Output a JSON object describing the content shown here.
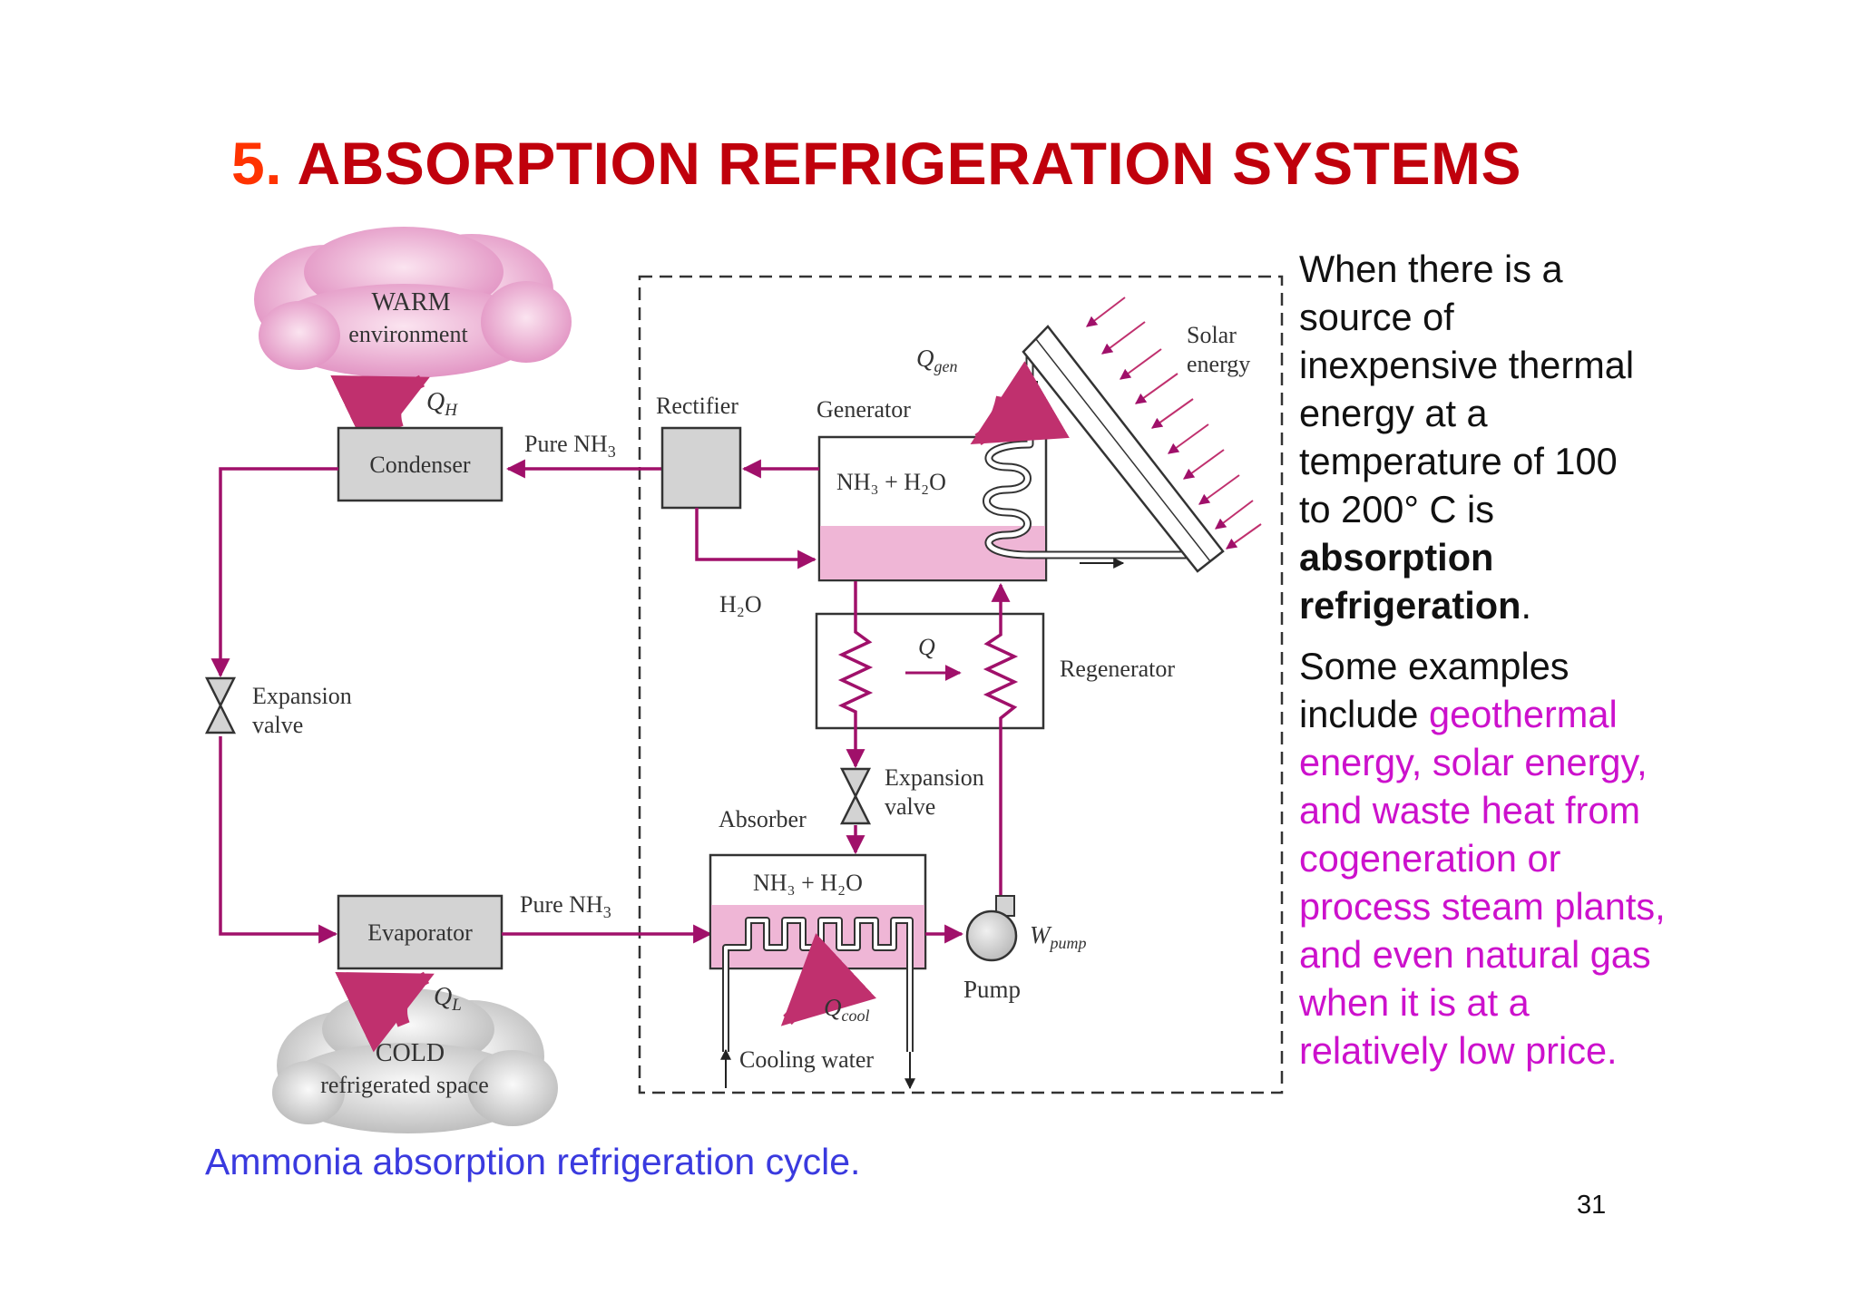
{
  "title": {
    "number": "5.",
    "text": "ABSORPTION REFRIGERATION SYSTEMS"
  },
  "diagram": {
    "warm": [
      "WARM",
      "environment"
    ],
    "cold": [
      "COLD",
      "refrigerated space"
    ],
    "q_h": "Q",
    "q_h_sub": "H",
    "q_l": "Q",
    "q_l_sub": "L",
    "condenser": "Condenser",
    "evaporator": "Evaporator",
    "pure_nh3_top": "Pure NH",
    "pure_nh3_top_sub": "3",
    "pure_nh3_bottom": "Pure NH",
    "pure_nh3_bottom_sub": "3",
    "expansion_valve_left": [
      "Expansion",
      "valve"
    ],
    "expansion_valve_mid": [
      "Expansion",
      "valve"
    ],
    "rectifier": "Rectifier",
    "generator": "Generator",
    "generator_mix": "NH₃ + H₂O",
    "absorber": "Absorber",
    "absorber_mix": "NH₃ + H₂O",
    "h2o": "H₂O",
    "q_gen": "Q",
    "q_gen_sub": "gen",
    "solar_energy": [
      "Solar",
      "energy"
    ],
    "q_mid": "Q",
    "regenerator": "Regenerator",
    "w_pump": "W",
    "w_pump_sub": "pump",
    "pump": "Pump",
    "q_cool": "Q",
    "q_cool_sub": "cool",
    "cooling_water": "Cooling water"
  },
  "side_text": {
    "p1_lines": [
      "When there is a",
      "source of",
      "inexpensive thermal",
      "energy at a",
      "temperature of 100",
      "to 200°  C is"
    ],
    "p1_bold": [
      "absorption",
      "refrigeration"
    ],
    "p1_end": ".",
    "p2_prefix": "Some examples",
    "p2_plain": "include ",
    "p2_colored_first": "geothermal",
    "p2_colored_lines": [
      "energy, solar energy,",
      "and waste heat from",
      "cogeneration or",
      "process steam plants,",
      "and even natural gas",
      "when it is at a",
      "relatively low price."
    ]
  },
  "caption": "Ammonia absorption refrigeration cycle.",
  "page_number": "31",
  "colors": {
    "title_number": "#ff3300",
    "title_text": "#c0000c",
    "pipe": "#a0106a",
    "highlight": "#cc11cc",
    "caption": "#3a3adf"
  }
}
